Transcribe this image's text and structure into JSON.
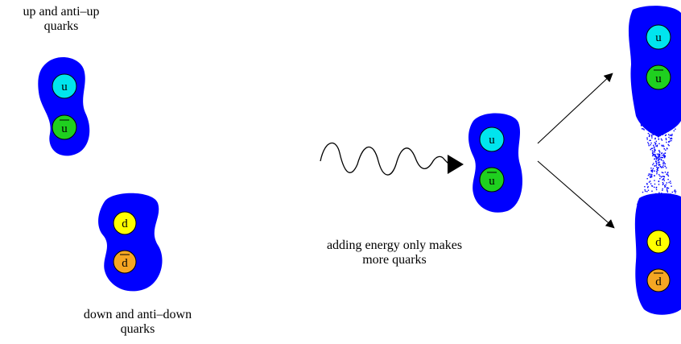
{
  "labels": {
    "up_pair_line1": "up and anti–up",
    "up_pair_line2": "quarks",
    "down_pair_line1": "down and anti–down",
    "down_pair_line2": "quarks",
    "energy_line1": "adding energy only makes",
    "energy_line2": "more quarks"
  },
  "quarks": {
    "up": "u",
    "down": "d"
  },
  "colors": {
    "blob": "#0000ff",
    "up_quark": "#00e5ee",
    "anti_up_quark": "#1fd01f",
    "down_quark": "#ffff00",
    "anti_down_quark": "#f5a623",
    "background": "#ffffff"
  }
}
